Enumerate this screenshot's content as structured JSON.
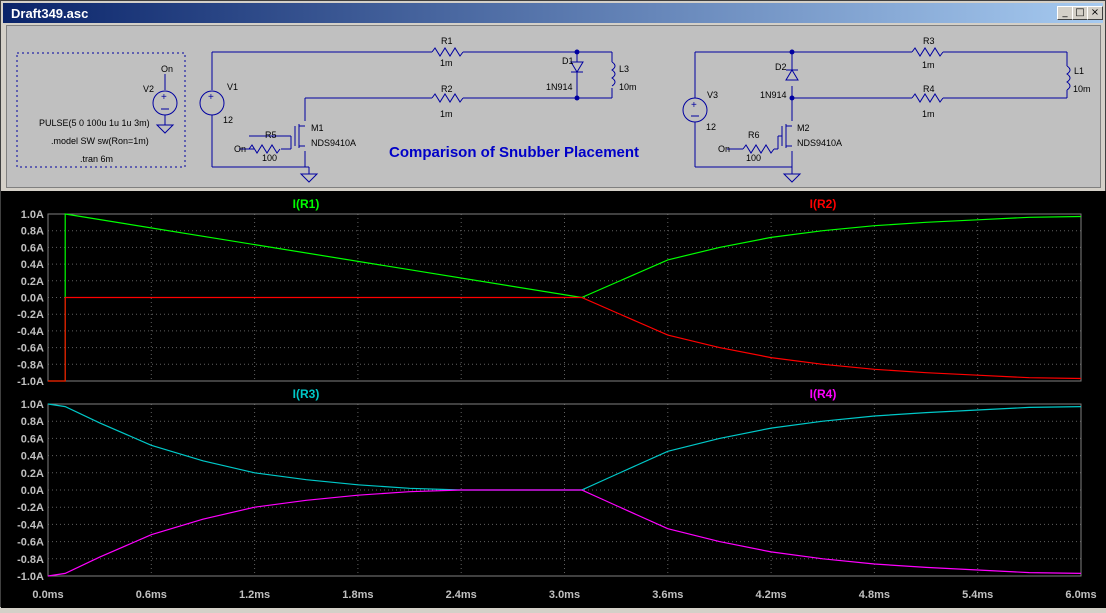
{
  "window": {
    "title": "Draft349.asc",
    "min_glyph": "_",
    "max_glyph": "□",
    "close_glyph": "×"
  },
  "schematic": {
    "caption": "Comparison of Snubber Placement",
    "directives": [
      "PULSE(5 0 100u 1u 1u 3m)",
      ".model SW sw(Ron=1m)",
      ".tran 6m"
    ],
    "v2": {
      "name": "V2",
      "value": ""
    },
    "v1": {
      "name": "V1",
      "value": "12"
    },
    "v3": {
      "name": "V3",
      "value": "12"
    },
    "r1": {
      "name": "R1",
      "value": "1m"
    },
    "r2": {
      "name": "R2",
      "value": "1m"
    },
    "r3": {
      "name": "R3",
      "value": "1m"
    },
    "r4": {
      "name": "R4",
      "value": "1m"
    },
    "r5": {
      "name": "R5",
      "value": "100"
    },
    "r6": {
      "name": "R6",
      "value": "100"
    },
    "d1": {
      "name": "D1",
      "value": "1N914"
    },
    "d2": {
      "name": "D2",
      "value": "1N914"
    },
    "l3": {
      "name": "L3",
      "value": "10m"
    },
    "l1": {
      "name": "L1",
      "value": "10m"
    },
    "m1": {
      "name": "M1",
      "value": "NDS9410A"
    },
    "m2": {
      "name": "M2",
      "value": "NDS9410A"
    },
    "on1": "On",
    "on2": "On"
  },
  "colors": {
    "green": "#00ff00",
    "red": "#ff0000",
    "cyan": "#00c8c8",
    "magenta": "#ff00ff",
    "axis_text": "#c0c0c0",
    "grid": "#606060"
  },
  "chart_data": [
    {
      "type": "line",
      "xlim": [
        0,
        6
      ],
      "ylim": [
        -1,
        1
      ],
      "x_ticks": [
        "0.0ms",
        "0.6ms",
        "1.2ms",
        "1.8ms",
        "2.4ms",
        "3.0ms",
        "3.6ms",
        "4.2ms",
        "4.8ms",
        "5.4ms",
        "6.0ms"
      ],
      "y_ticks": [
        "1.0A",
        "0.8A",
        "0.6A",
        "0.4A",
        "0.2A",
        "0.0A",
        "-0.2A",
        "-0.4A",
        "-0.6A",
        "-0.8A",
        "-1.0A"
      ],
      "grid": true,
      "series": [
        {
          "name": "I(R1)",
          "color": "#00ff00",
          "x": [
            0,
            0.1,
            0.1,
            3.1,
            3.3,
            3.6,
            3.9,
            4.2,
            4.5,
            4.8,
            5.1,
            5.4,
            5.7,
            6.0
          ],
          "y": [
            -1,
            -1,
            1,
            0,
            0.18,
            0.45,
            0.6,
            0.72,
            0.8,
            0.86,
            0.9,
            0.93,
            0.96,
            0.97
          ]
        },
        {
          "name": "I(R2)",
          "color": "#ff0000",
          "x": [
            0,
            0.1,
            0.1,
            3.1,
            3.3,
            3.6,
            3.9,
            4.2,
            4.5,
            4.8,
            5.1,
            5.4,
            5.7,
            6.0
          ],
          "y": [
            -1,
            -1,
            0,
            0,
            -0.18,
            -0.45,
            -0.6,
            -0.72,
            -0.8,
            -0.86,
            -0.9,
            -0.93,
            -0.96,
            -0.97
          ]
        }
      ]
    },
    {
      "type": "line",
      "xlim": [
        0,
        6
      ],
      "ylim": [
        -1,
        1
      ],
      "x_ticks": [
        "0.0ms",
        "0.6ms",
        "1.2ms",
        "1.8ms",
        "2.4ms",
        "3.0ms",
        "3.6ms",
        "4.2ms",
        "4.8ms",
        "5.4ms",
        "6.0ms"
      ],
      "y_ticks": [
        "1.0A",
        "0.8A",
        "0.6A",
        "0.4A",
        "0.2A",
        "0.0A",
        "-0.2A",
        "-0.4A",
        "-0.6A",
        "-0.8A",
        "-1.0A"
      ],
      "grid": true,
      "series": [
        {
          "name": "I(R3)",
          "color": "#00c8c8",
          "x": [
            0,
            0.1,
            0.3,
            0.6,
            0.9,
            1.2,
            1.5,
            1.8,
            2.1,
            2.4,
            3.1,
            3.3,
            3.6,
            3.9,
            4.2,
            4.5,
            4.8,
            5.1,
            5.4,
            5.7,
            6.0
          ],
          "y": [
            1,
            0.97,
            0.78,
            0.52,
            0.34,
            0.2,
            0.12,
            0.06,
            0.02,
            0,
            0,
            0.18,
            0.45,
            0.6,
            0.72,
            0.8,
            0.86,
            0.9,
            0.93,
            0.96,
            0.97
          ]
        },
        {
          "name": "I(R4)",
          "color": "#ff00ff",
          "x": [
            0,
            0.1,
            0.3,
            0.6,
            0.9,
            1.2,
            1.5,
            1.8,
            2.1,
            2.4,
            3.1,
            3.3,
            3.6,
            3.9,
            4.2,
            4.5,
            4.8,
            5.1,
            5.4,
            5.7,
            6.0
          ],
          "y": [
            -1,
            -0.97,
            -0.78,
            -0.52,
            -0.34,
            -0.2,
            -0.12,
            -0.06,
            -0.02,
            0,
            0,
            -0.18,
            -0.45,
            -0.6,
            -0.72,
            -0.8,
            -0.86,
            -0.9,
            -0.93,
            -0.96,
            -0.97
          ]
        }
      ]
    }
  ]
}
